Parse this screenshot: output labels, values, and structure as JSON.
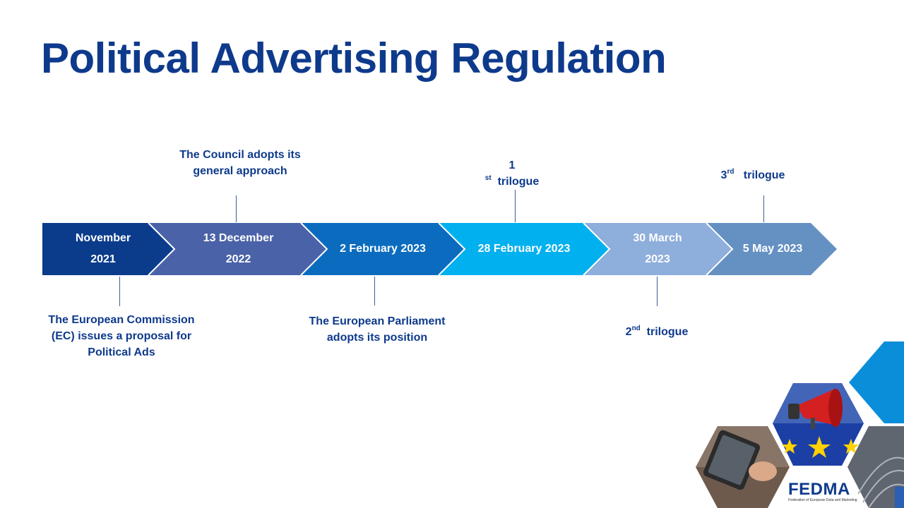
{
  "title": "Political Advertising Regulation",
  "colors": {
    "title": "#0e3a8c",
    "text": "#0e3a8c",
    "segments": [
      "#0b3c8c",
      "#4a62a8",
      "#0b6cbf",
      "#00b0ef",
      "#8eaedc",
      "#6590c2"
    ]
  },
  "timeline": [
    {
      "line1": "November",
      "line2": "2021"
    },
    {
      "line1": "13 December",
      "line2": "2022"
    },
    {
      "line1": "2 February 2023",
      "line2": ""
    },
    {
      "line1": "28 February 2023",
      "line2": ""
    },
    {
      "line1": "30 March",
      "line2": "2023"
    },
    {
      "line1": "5 May 2023",
      "line2": ""
    }
  ],
  "annotations": {
    "commission": [
      "The European Commission",
      "(EC) issues a proposal for",
      "Political Ads"
    ],
    "council": [
      "The Council adopts its",
      "general approach"
    ],
    "parliament": [
      "The European Parliament",
      "adopts its position"
    ],
    "trilogue1": {
      "num": "1",
      "sup": "st",
      "text": "trilogue"
    },
    "trilogue2": {
      "num": "2",
      "sup": "nd",
      "text": "trilogue"
    },
    "trilogue3": {
      "num": "3",
      "sup": "rd",
      "text": "trilogue"
    }
  },
  "logo": {
    "name": "FEDMA",
    "tagline": "Federation of European Data and Marketing"
  },
  "icons": [
    "megaphone-icon",
    "eu-flag-icon",
    "smartphone-hand-icon",
    "parliament-hemicycle-icon"
  ]
}
